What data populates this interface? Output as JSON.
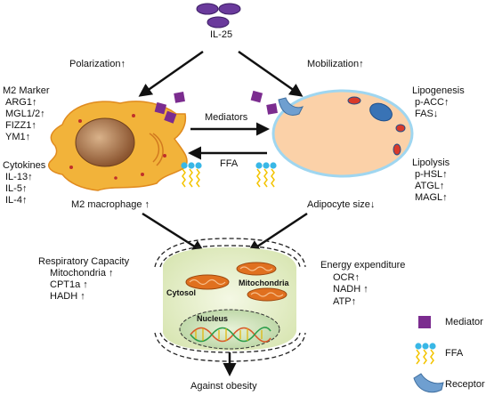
{
  "top": {
    "il25": "IL-25"
  },
  "arrows": {
    "polarization": "Polarization↑",
    "mobilization": "Mobilization↑"
  },
  "m2_marker": {
    "title": "M2 Marker",
    "items": [
      "ARG1↑",
      "MGL1/2↑",
      "FIZZ1↑",
      "YM1↑"
    ]
  },
  "cytokines": {
    "title": "Cytokines",
    "items": [
      "IL-13↑",
      "IL-5↑",
      "IL-4↑"
    ]
  },
  "middle": {
    "mediators": "Mediators",
    "ffa": "FFA"
  },
  "macrophage": {
    "label": "M2 macrophage ↑"
  },
  "adipocyte": {
    "label": "Adipocyte size↓"
  },
  "lipogenesis": {
    "title": "Lipogenesis",
    "items": [
      "p-ACC↑",
      "FAS↓"
    ]
  },
  "lipolysis": {
    "title": "Lipolysis",
    "items": [
      "p-HSL↑",
      "ATGL↑",
      "MAGL↑"
    ]
  },
  "respiratory": {
    "title": "Respiratory Capacity",
    "items": [
      "Mitochondria ↑",
      "CPT1a ↑",
      "HADH ↑"
    ]
  },
  "energy": {
    "title": "Energy expenditure",
    "items": [
      "OCR↑",
      "NADH ↑",
      "ATP↑"
    ]
  },
  "cell": {
    "cytosol": "Cytosol",
    "mitochondria": "Mitochondria",
    "nucleus": "Nucleus"
  },
  "outcome": {
    "label": "Against obesity"
  },
  "legend": {
    "mediator": "Mediator",
    "ffa": "FFA",
    "receptor": "Receptor"
  },
  "colors": {
    "mediator": "#7b2c8f",
    "il25": "#6a3a9c",
    "macrophage": "#f2b33a",
    "nucleus": "#a56a3e",
    "adipocyte": "#fbd1a8",
    "adipocyte_border": "#9fd6f0",
    "ffa_head": "#39b7e6",
    "ffa_tail": "#f3c400",
    "receptor": "#6f9fd0",
    "mito": "#e0701f",
    "cell": "#e4edc8"
  }
}
